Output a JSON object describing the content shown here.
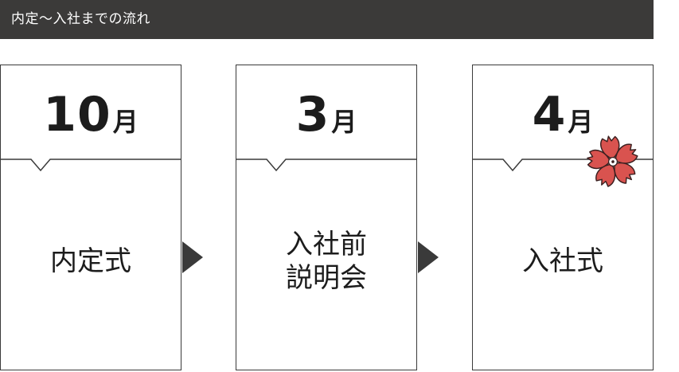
{
  "header": {
    "title": "内定〜入社までの流れ"
  },
  "steps": [
    {
      "month_number": "10",
      "month_unit": "月",
      "event": "内定式"
    },
    {
      "month_number": "3",
      "month_unit": "月",
      "event": "入社前\n説明会"
    },
    {
      "month_number": "4",
      "month_unit": "月",
      "event": "入社式"
    }
  ],
  "icons": {
    "arrow": "triangle-right-icon",
    "flower": "cherry-blossom-icon"
  },
  "colors": {
    "header_background": "#3b3a39",
    "header_text": "#ffffff",
    "card_border": "#3a3a3a",
    "arrow": "#3a3a3a",
    "blossom": "#d9534f"
  }
}
